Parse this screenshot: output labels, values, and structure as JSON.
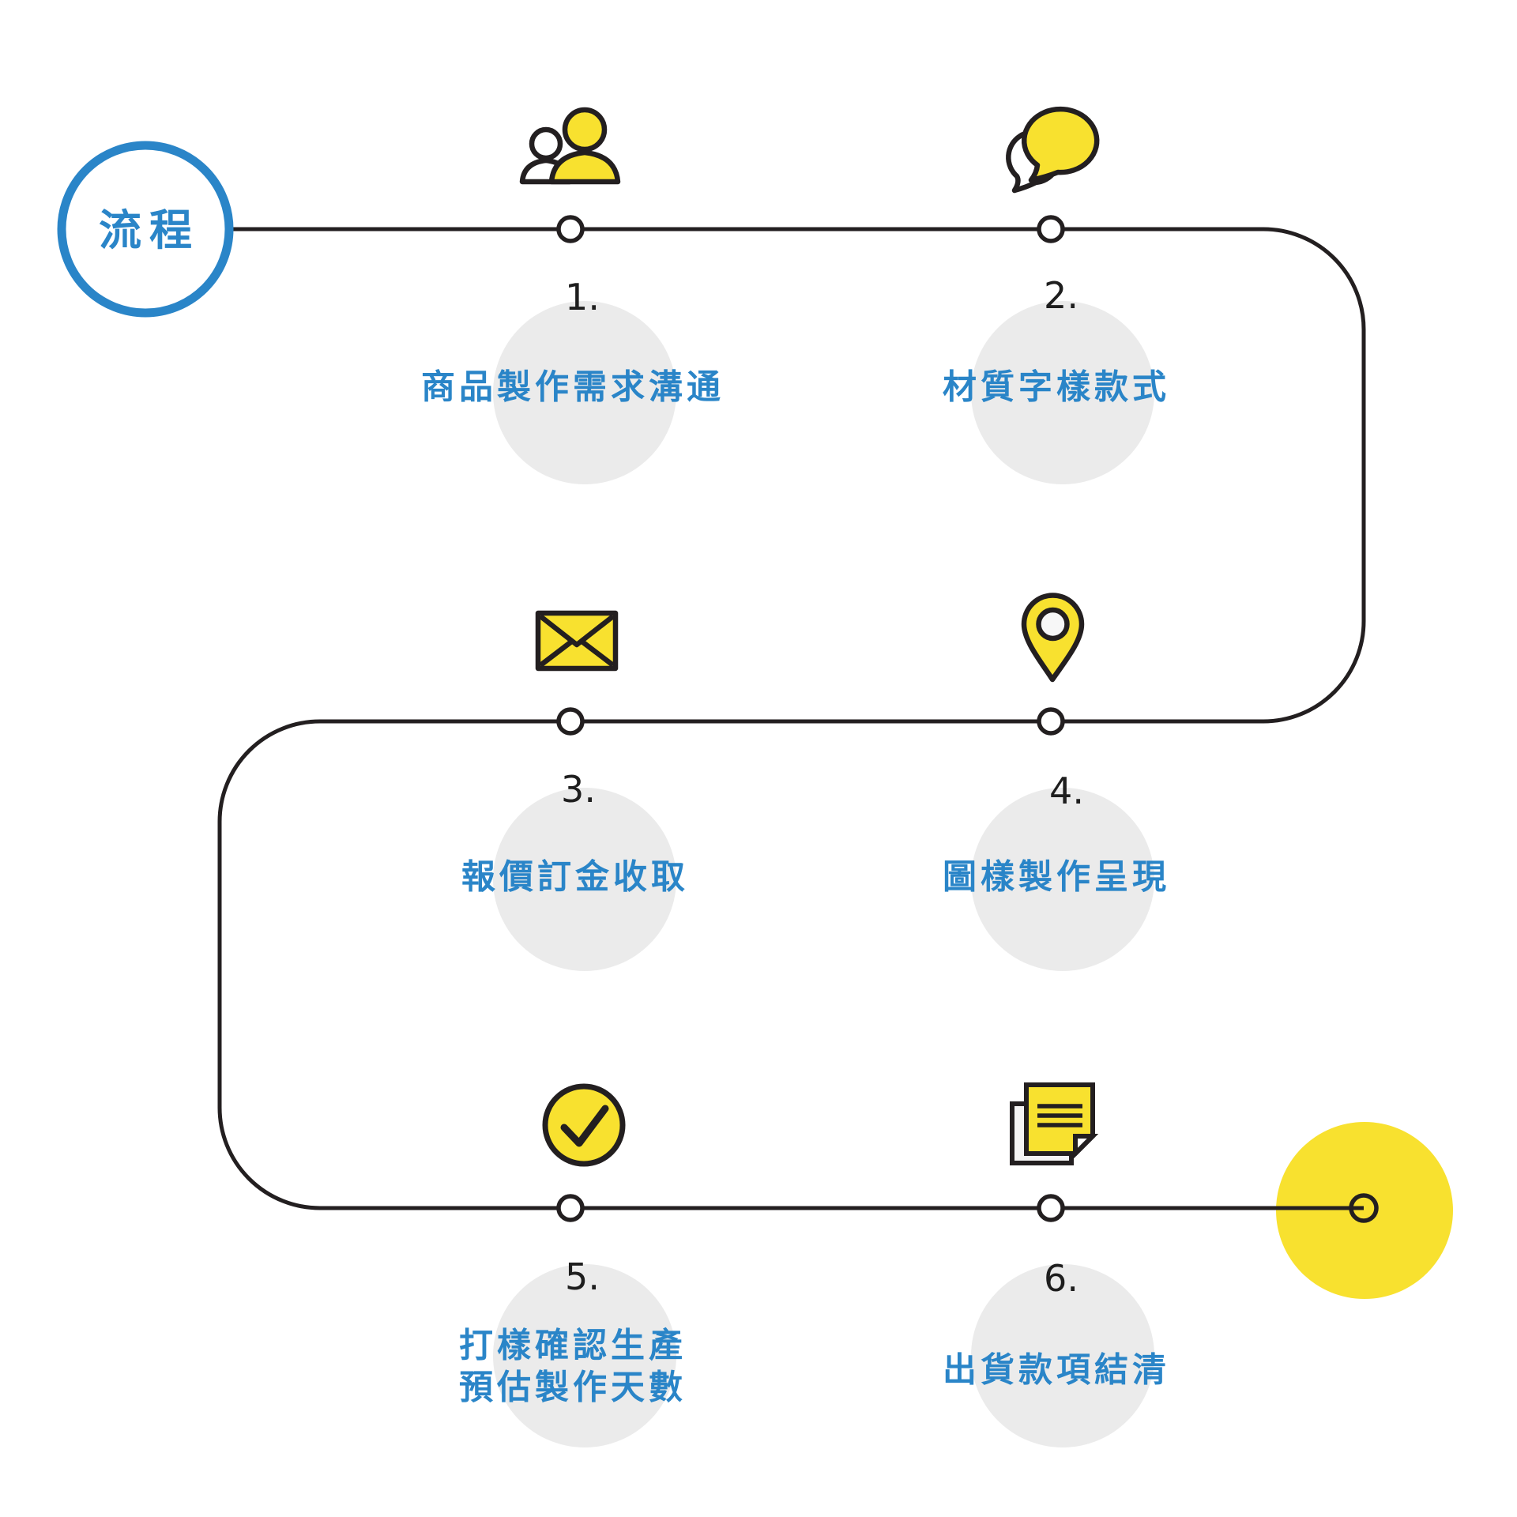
{
  "title": {
    "label": "流程"
  },
  "colors": {
    "accent_blue": "#2A85C8",
    "accent_yellow": "#F8E12F",
    "line_black": "#231F20",
    "step_bg_gray": "#EBEBEB"
  },
  "steps": [
    {
      "number": "1.",
      "label": "商品製作需求溝通",
      "icon": "people-icon"
    },
    {
      "number": "2.",
      "label": "材質字樣款式",
      "icon": "speech-bubbles-icon"
    },
    {
      "number": "3.",
      "label": "報價訂金收取",
      "icon": "envelope-icon"
    },
    {
      "number": "4.",
      "label": "圖樣製作呈現",
      "icon": "location-pin-icon"
    },
    {
      "number": "5.",
      "label": "打樣確認生產",
      "label_line2": "預估製作天數",
      "icon": "check-circle-icon"
    },
    {
      "number": "6.",
      "label": "出貨款項結清",
      "icon": "notes-icon"
    }
  ]
}
